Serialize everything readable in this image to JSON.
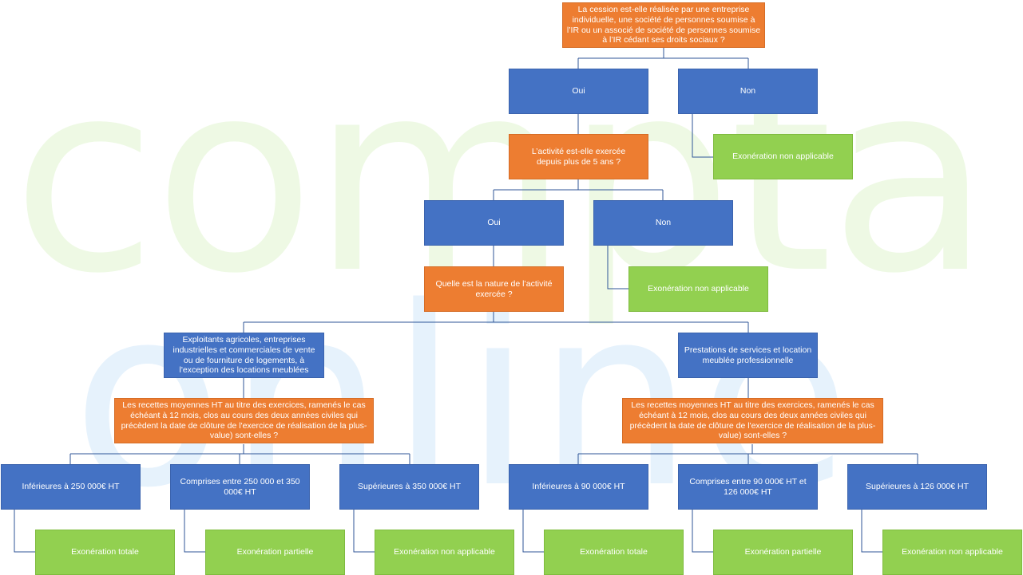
{
  "watermark": {
    "line1": "compta",
    "line2": "online",
    "colors": [
      "#eef9e4",
      "#f8eff6",
      "#e6f2fc"
    ]
  },
  "colors": {
    "question": "#ed7d31",
    "choice": "#4472c4",
    "result": "#92d050",
    "connector": "#2f5597"
  },
  "nodes": {
    "q1": "La cession est-elle réalisée par une entreprise individuelle, une société de personnes soumise à l’IR ou un associé de société de personnes soumise à l’IR cédant ses droits sociaux ?",
    "oui1": "Oui",
    "non1": "Non",
    "res_non1": "Exonération non applicable",
    "q2": "L’activité est-elle exercée depuis plus de 5 ans ?",
    "oui2": "Oui",
    "non2": "Non",
    "res_non2": "Exonération non applicable",
    "q3": "Quelle est la nature de l’activité exercée ?",
    "cat_left": "Exploitants agricoles, entreprises industrielles et commerciales de vente ou de fourniture de logements, à l'exception des locations meublées",
    "cat_right": "Prestations de services et location meublée professionnelle",
    "q4_left": "Les recettes moyennes HT au titre des exercices, ramenés le cas échéant à 12 mois, clos au cours des deux années civiles qui précèdent la date de clôture de l'exercice de réalisation de la plus-value) sont-elles ?",
    "q4_right": "Les recettes moyennes HT au titre des exercices, ramenés le cas échéant à 12 mois, clos au cours des deux années civiles qui précèdent la date de clôture de l'exercice de réalisation de la plus-value) sont-elles ?",
    "l_t1": "Inférieures à 250 000€ HT",
    "l_t2": "Comprises entre 250 000 et 350 000€ HT",
    "l_t3": "Supérieures à 350 000€ HT",
    "r_t1": "Inférieures à 90 000€ HT",
    "r_t2": "Comprises entre 90 000€ HT et 126 000€ HT",
    "r_t3": "Supérieures à 126 000€ HT",
    "l_r1": "Exonération totale",
    "l_r2": "Exonération partielle",
    "l_r3": "Exonération non applicable",
    "r_r1": "Exonération totale",
    "r_r2": "Exonération partielle",
    "r_r3": "Exonération non applicable"
  }
}
